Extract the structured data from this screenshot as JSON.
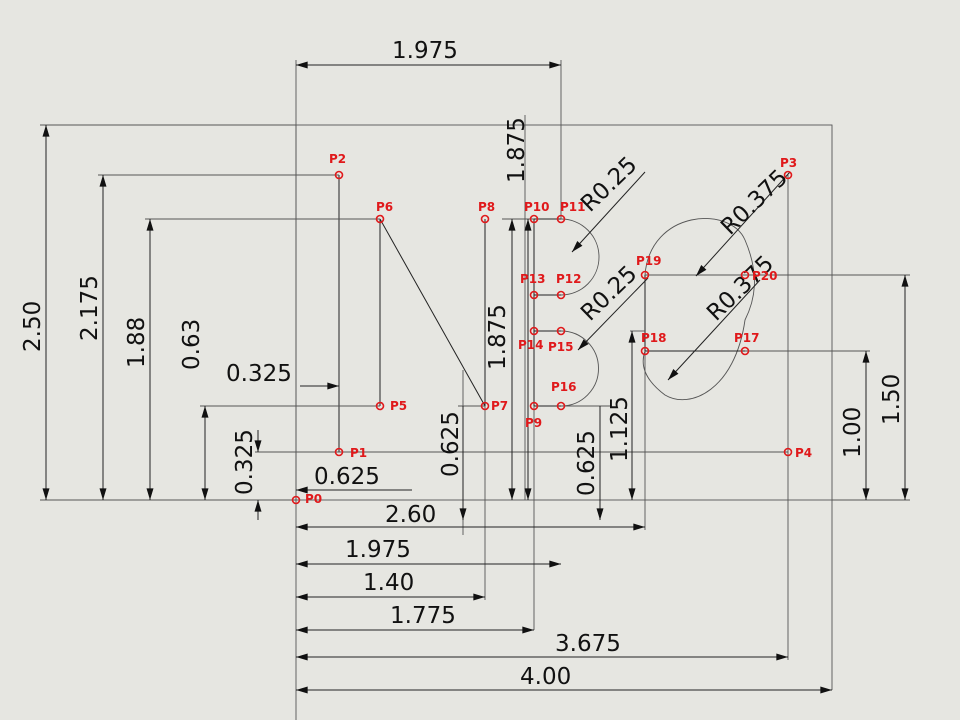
{
  "points": [
    {
      "label": "P0"
    },
    {
      "label": "P1"
    },
    {
      "label": "P2"
    },
    {
      "label": "P3"
    },
    {
      "label": "P4"
    },
    {
      "label": "P5"
    },
    {
      "label": "P6"
    },
    {
      "label": "P7"
    },
    {
      "label": "P8"
    },
    {
      "label": "P9"
    },
    {
      "label": "P10"
    },
    {
      "label": "P11"
    },
    {
      "label": "P12"
    },
    {
      "label": "P13"
    },
    {
      "label": "P14"
    },
    {
      "label": "P15"
    },
    {
      "label": "P16"
    },
    {
      "label": "P17"
    },
    {
      "label": "P18"
    },
    {
      "label": "P19"
    },
    {
      "label": "P20"
    }
  ],
  "dims": {
    "top_1975": "1.975",
    "v_1875_top": "1.875",
    "r025_a": "R0.25",
    "r0375_a": "R0.375",
    "r025_b": "R0.25",
    "r0375_b": "R0.375",
    "v_250": "2.50",
    "v_2175": "2.175",
    "v_188": "1.88",
    "v_063": "0.63",
    "h_0325": "0.325",
    "v_0325": "0.325",
    "h_0625": "0.625",
    "v_0625_a": "0.625",
    "v_1875_mid": "1.875",
    "v_0625_b": "0.625",
    "v_1125": "1.125",
    "v_100": "1.00",
    "v_150": "1.50",
    "b_260": "2.60",
    "b_1975": "1.975",
    "b_140": "1.40",
    "b_1775": "1.775",
    "b_3675": "3.675",
    "b_400": "4.00"
  }
}
